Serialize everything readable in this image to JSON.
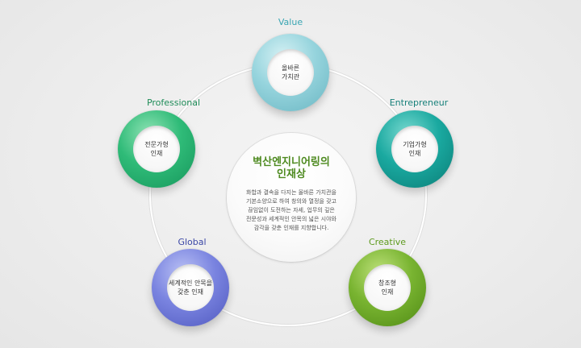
{
  "center": {
    "title": "벽산엔지니어링의\n인재상",
    "description": "화합과 결속을 다지는 올바른 가치관을\n기본소양으로 하여 창의와 열정을 갖고\n끊임없이 도전하는 자세, 업무의 깊은\n전문성과 세계적인 안목의 넓은 시야와\n감각을 갖춘 인재를 지향합니다."
  },
  "nodes": {
    "value": {
      "label": "Value",
      "text": "올바른\n가치관",
      "color": "#6ab6c2"
    },
    "professional": {
      "label": "Professional",
      "text": "전문가형\n인재",
      "color": "#16965b"
    },
    "entrepreneur": {
      "label": "Entrepreneur",
      "text": "기업가형\n인재",
      "color": "#0b7d76"
    },
    "global": {
      "label": "Global",
      "text": "세계적인 안목을\n갖춘 인재",
      "color": "#5059bf"
    },
    "creative": {
      "label": "Creative",
      "text": "창조형\n인재",
      "color": "#4f8a14"
    }
  }
}
